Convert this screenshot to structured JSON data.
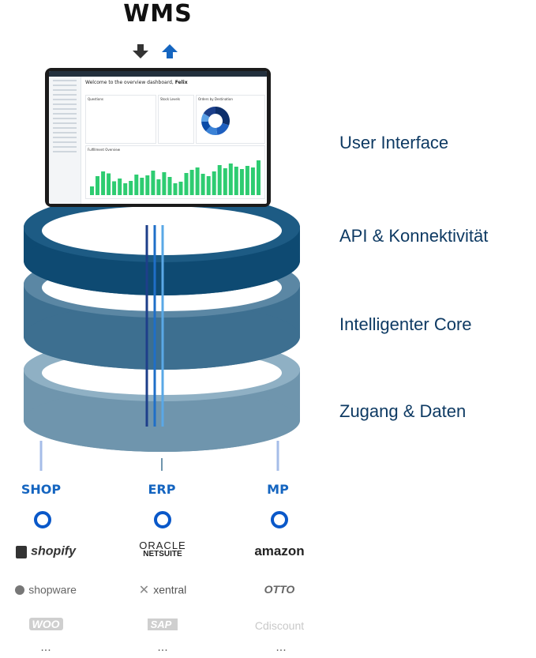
{
  "title": "WMS",
  "arrows": {
    "down_color": "#333333",
    "up_color": "#1565c0"
  },
  "layers": [
    {
      "label": "User Interface"
    },
    {
      "label": "API & Konnektivität",
      "color": "#0e4a72"
    },
    {
      "label": "Intelligenter Core",
      "color": "#3d6f90"
    },
    {
      "label": "Zugang & Daten",
      "color": "#6f95ad"
    }
  ],
  "dashboard": {
    "heading_prefix": "Welcome to the overview dashboard, ",
    "heading_name": "Felix",
    "cards": [
      "Questions",
      "Stock Levels",
      "Orders by Destination",
      "Fulfillment Overview"
    ],
    "bars": [
      22,
      48,
      60,
      55,
      35,
      42,
      30,
      36,
      52,
      44,
      50,
      62,
      40,
      58,
      46,
      30,
      34,
      56,
      64,
      70,
      54,
      48,
      60,
      76,
      68,
      80,
      72,
      66,
      74,
      70,
      88
    ],
    "donut": [
      30,
      18,
      14,
      12,
      10,
      16
    ],
    "donut_colors": [
      "#0d2f6b",
      "#1e5fbf",
      "#3b82d6",
      "#0a4ba8",
      "#5aa0e6",
      "#1c3f8a"
    ]
  },
  "columns": [
    {
      "label": "SHOP",
      "logos": [
        "shopify",
        "shopware",
        "WOO"
      ],
      "more": "..."
    },
    {
      "label": "ERP",
      "logos": [
        "ORACLE",
        "NETSUITE",
        "xentral",
        "SAP"
      ],
      "more": "..."
    },
    {
      "label": "MP",
      "logos": [
        "amazon",
        "OTTO",
        "Cdiscount"
      ],
      "more": "..."
    }
  ]
}
